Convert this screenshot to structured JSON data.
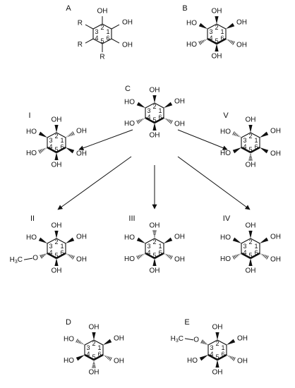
{
  "text": {
    "oh": "OH",
    "ho": "HO",
    "r": "R",
    "methoxy_left": "H3C",
    "methoxy_oxygen": "O"
  },
  "ring_numbers": [
    "1",
    "2",
    "3",
    "4",
    "5",
    "6"
  ],
  "molecules": [
    {
      "id": "A",
      "label": "A"
    },
    {
      "id": "B",
      "label": "B"
    },
    {
      "id": "C",
      "label": "C"
    },
    {
      "id": "I",
      "label": "I"
    },
    {
      "id": "V",
      "label": "V"
    },
    {
      "id": "II",
      "label": "II"
    },
    {
      "id": "III",
      "label": "III"
    },
    {
      "id": "IV",
      "label": "IV"
    },
    {
      "id": "D",
      "label": "D"
    },
    {
      "id": "E",
      "label": "E"
    }
  ],
  "styles": {
    "ink": "#111111",
    "background": "#ffffff"
  }
}
